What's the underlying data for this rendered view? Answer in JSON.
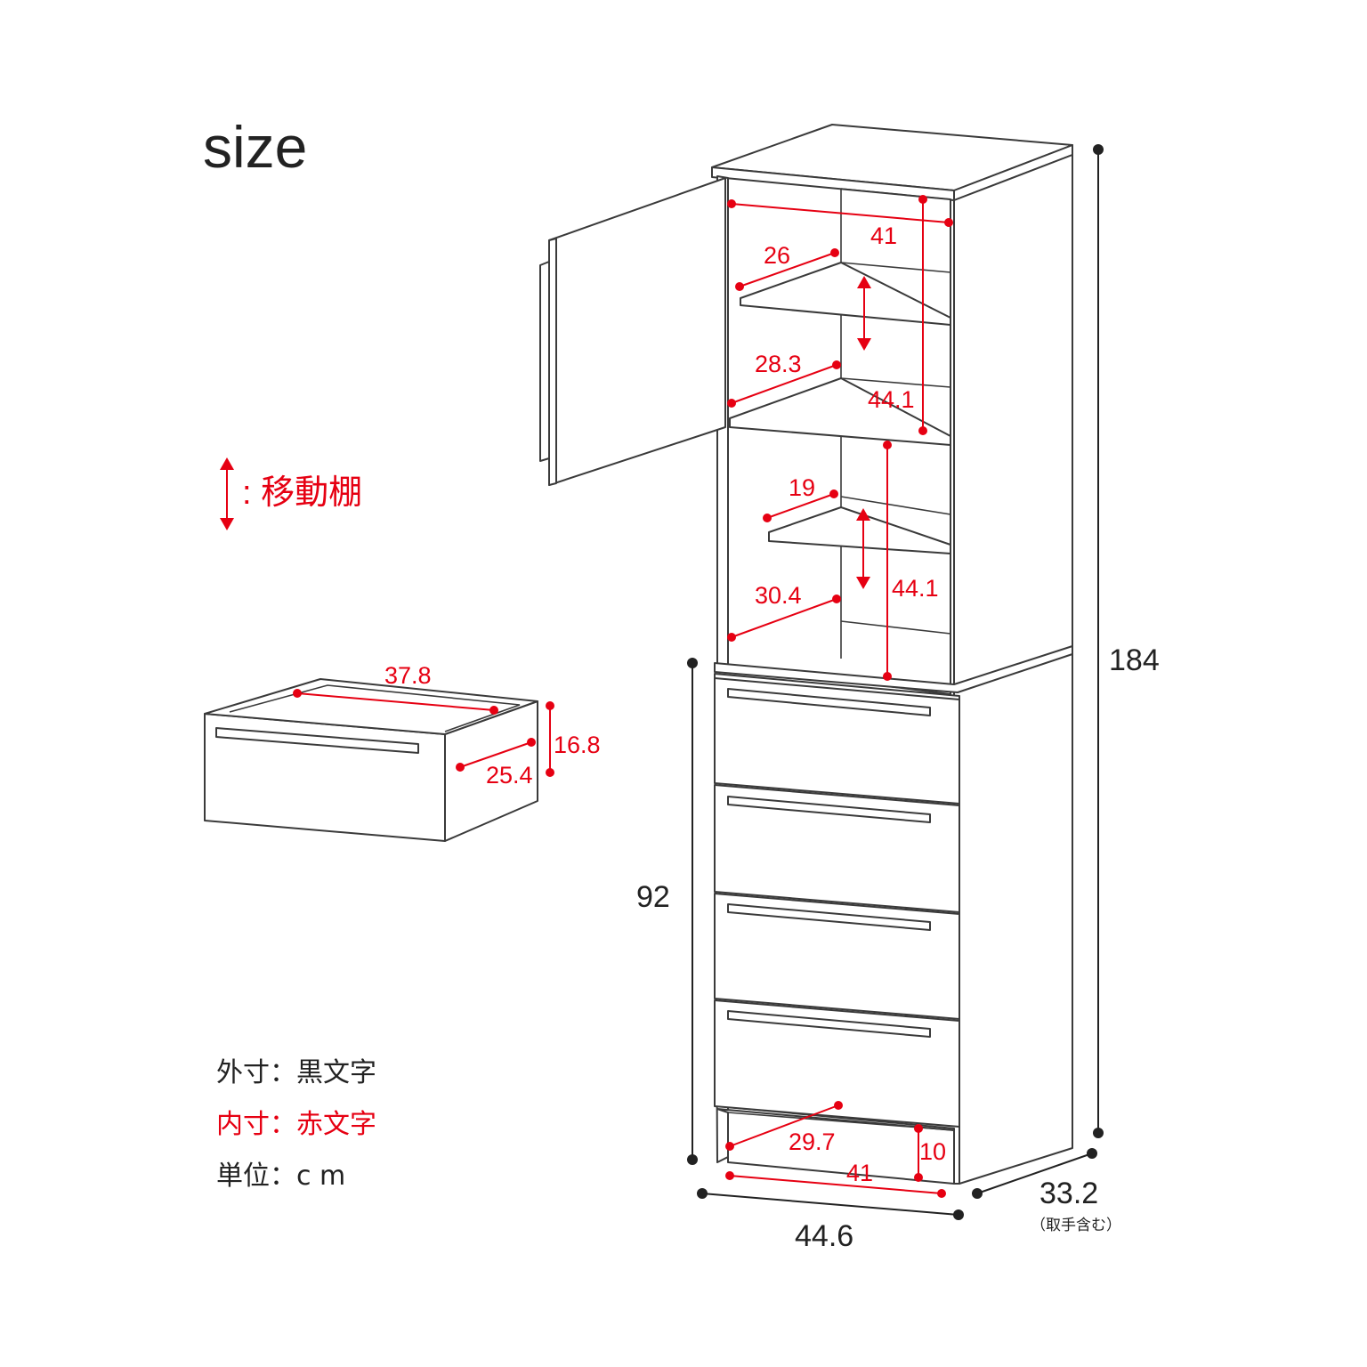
{
  "title": "size",
  "movable_shelf_label": ": 移動棚",
  "legend": {
    "outer": "外寸：黒文字",
    "inner": "内寸：赤文字",
    "unit": "単位：c m"
  },
  "colors": {
    "inner": "#e60012",
    "outer": "#222222",
    "line": "#3a3a3a"
  },
  "outer_dims": {
    "total_height": "184",
    "lower_height": "92",
    "width": "44.6",
    "depth": "33.2",
    "depth_note": "（取手含む）"
  },
  "inner_dims": {
    "top_width": "41",
    "shelf1_depth": "26",
    "shelf2_depth": "28.3",
    "upper_height": "44.1",
    "shelf3_depth": "19",
    "shelf4_depth": "30.4",
    "lower_shelf_height": "44.1",
    "base_depth": "29.7",
    "base_height": "10",
    "base_width": "41"
  },
  "drawer_dims": {
    "width": "37.8",
    "height": "16.8",
    "depth": "25.4"
  }
}
